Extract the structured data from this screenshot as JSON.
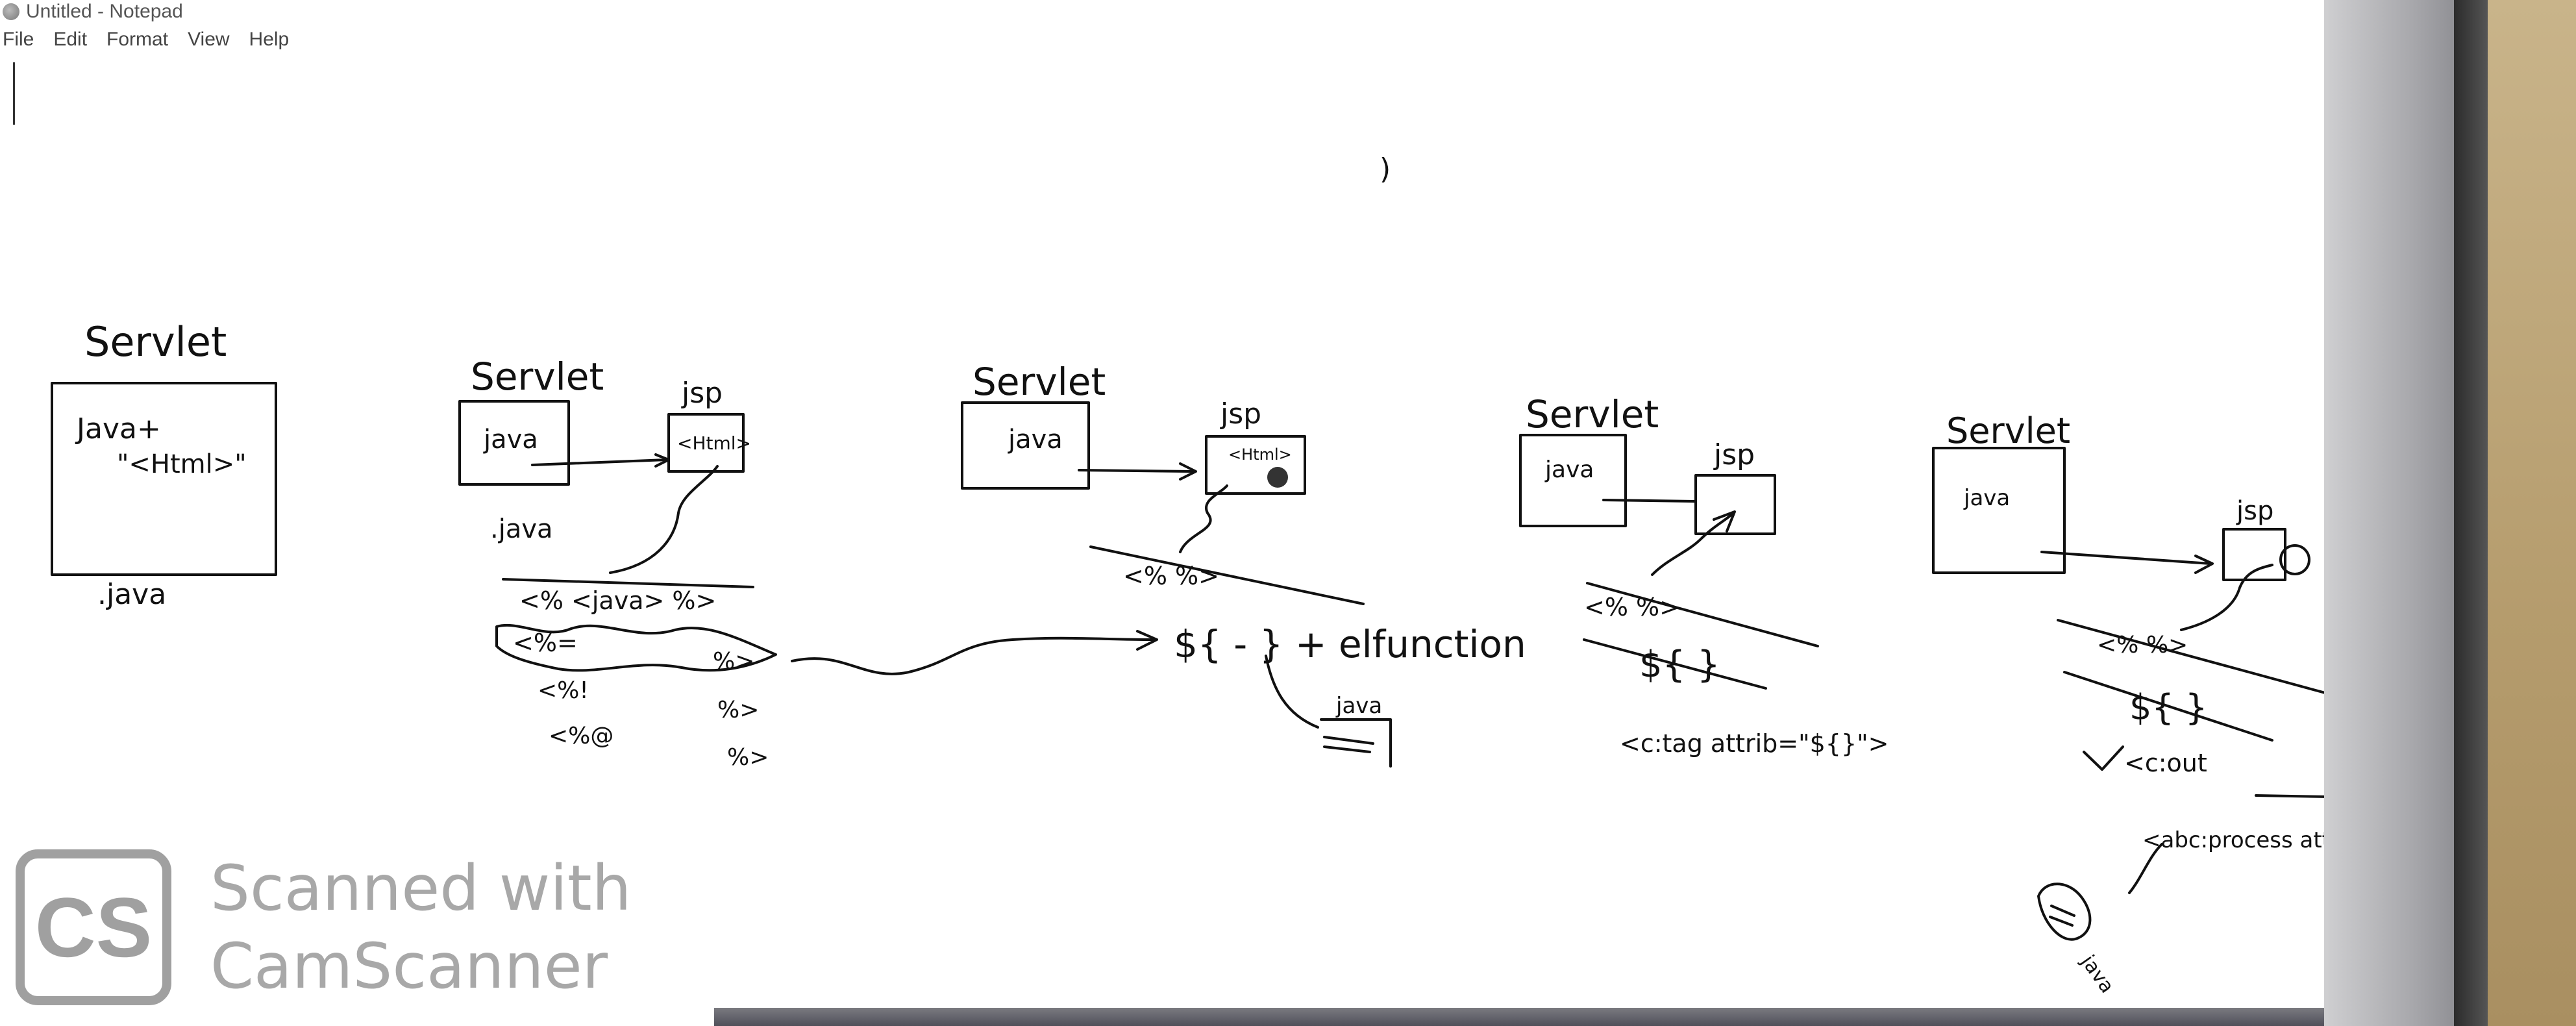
{
  "window": {
    "title": "Untitled - Notepad"
  },
  "menu": [
    "File",
    "Edit",
    "Format",
    "View",
    "Help"
  ],
  "sketch": {
    "d1": {
      "title": "Servlet",
      "box_line1": "Java+",
      "box_line2": "\"<Html>\"",
      "below": ".java"
    },
    "d2": {
      "title": "Servlet",
      "box": "java",
      "jsp_label": "jsp",
      "jsp_box": "<Html>",
      "below": ".java",
      "tags": [
        "<%  <java>  %>",
        "<%=",
        "%>",
        "<%!",
        "%>",
        "<%@",
        "%>"
      ]
    },
    "d3": {
      "title": "Servlet",
      "box": "java",
      "jsp_label": "jsp",
      "jsp_box": "<Html>",
      "tag": "<%          %>",
      "el": "${ - } + elfunction",
      "java_box": "java"
    },
    "d4": {
      "title": "Servlet",
      "box": "java",
      "jsp_label": "jsp",
      "tag": "<%          %>",
      "el": "${ }",
      "ctag": "<c:tag attrib=\"${}\">"
    },
    "d5": {
      "title": "Servlet",
      "box": "java",
      "jsp_label": "jsp",
      "tag": "<%          %>",
      "el": "${ }",
      "cout": "<c:out",
      "custom": "<abc:process attrib=\"  \">",
      "java_note": "java"
    }
  },
  "watermark": {
    "logo": "CS",
    "line1": "Scanned with",
    "line2": "CamScanner"
  },
  "colors": {
    "ink": "#111111",
    "watermark": "#a0a0a0",
    "paper": "#ffffff"
  }
}
